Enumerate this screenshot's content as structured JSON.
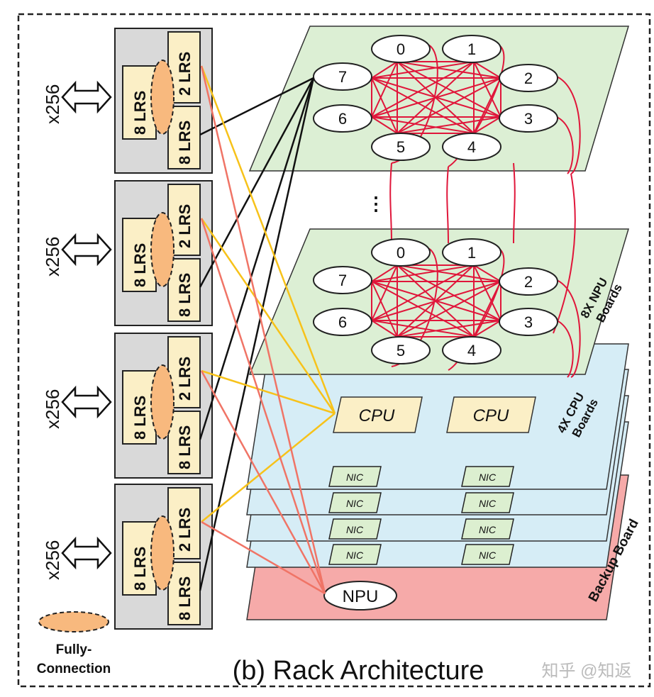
{
  "caption": "(b) Rack  Architecture",
  "watermark": "知乎 @知返",
  "switch_units": [
    {
      "multiplier": "x256",
      "lrs_vertical": "8 LRS",
      "lrs_top": "2 LRS",
      "lrs_bottom": "8 LRS"
    },
    {
      "multiplier": "x256",
      "lrs_vertical": "8 LRS",
      "lrs_top": "2 LRS",
      "lrs_bottom": "8 LRS"
    },
    {
      "multiplier": "x256",
      "lrs_vertical": "8 LRS",
      "lrs_top": "2 LRS",
      "lrs_bottom": "8 LRS"
    },
    {
      "multiplier": "x256",
      "lrs_vertical": "8 LRS",
      "lrs_top": "2 LRS",
      "lrs_bottom": "8 LRS"
    }
  ],
  "legend": {
    "line1": "Fully-",
    "line2": "Connection"
  },
  "npu_boards": {
    "label_line1": "8X NPU",
    "label_line2": "Boards",
    "ellipsis": "⋮",
    "top_board_nodes": [
      "0",
      "1",
      "2",
      "3",
      "4",
      "5",
      "6",
      "7"
    ],
    "bottom_board_nodes": [
      "0",
      "1",
      "2",
      "3",
      "4",
      "5",
      "6",
      "7"
    ]
  },
  "cpu_boards": {
    "label_line1": "4X CPU",
    "label_line2": "Boards",
    "cpus": [
      "CPU",
      "CPU"
    ],
    "nics_left": [
      "NIC",
      "NIC",
      "NIC",
      "NIC"
    ],
    "nics_right": [
      "NIC",
      "NIC",
      "NIC",
      "NIC"
    ]
  },
  "backup_board": {
    "label": "Backup Board",
    "npu": "NPU"
  },
  "colors": {
    "npu_board": "#dcefd4",
    "cpu_board": "#d6edf6",
    "backup_board": "#f6aaa9",
    "lrs_box": "#fbefc6",
    "ellipse": "#f8b97e",
    "mesh": "#e0163a",
    "yellow_link": "#f7c21a",
    "salmon_link": "#f07466",
    "nic": "#dcefd0"
  }
}
